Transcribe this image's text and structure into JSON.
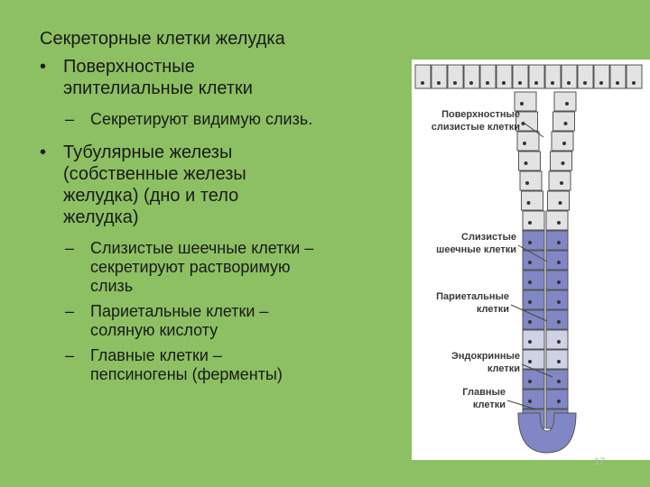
{
  "slide": {
    "title": "Секреторные клетки желудка",
    "bullets": [
      {
        "marker": "•",
        "lines": [
          "Поверхностные",
          "эпителиальные клетки"
        ],
        "sub": [
          {
            "marker": "–",
            "lines": [
              "Секретируют видимую слизь."
            ]
          }
        ]
      },
      {
        "marker": "•",
        "lines": [
          "Тубулярные железы",
          "(собственные железы",
          "желудка) (дно и тело",
          "желудка)"
        ],
        "sub": [
          {
            "marker": "–",
            "lines": [
              "Слизистые шеечные клетки –",
              "секретируют растворимую",
              "слизь"
            ]
          },
          {
            "marker": "–",
            "lines": [
              "Париетальные клетки –",
              "соляную кислоту"
            ]
          },
          {
            "marker": "–",
            "lines": [
              "Главные клетки –",
              "пепсиногены (ферменты)"
            ]
          }
        ]
      }
    ],
    "page_number": "17"
  },
  "figure": {
    "labels": [
      {
        "lines": [
          "Поверхностные",
          "слизистые клетки"
        ]
      },
      {
        "lines": [
          "Слизистые",
          "шеечные клетки"
        ]
      },
      {
        "lines": [
          "Париетальные",
          "клетки"
        ]
      },
      {
        "lines": [
          "Эндокринные",
          "клетки"
        ]
      },
      {
        "lines": [
          "Главные",
          "клетки"
        ]
      }
    ],
    "colors": {
      "background": "#8dc063",
      "panel": "#ffffff",
      "surface_cells": "#e3e3e3",
      "gland_cells": "#8087c4",
      "parietal_cells": "#cfd1e4",
      "cell_outline": "#555555",
      "label_text": "#3a3a3a"
    }
  }
}
